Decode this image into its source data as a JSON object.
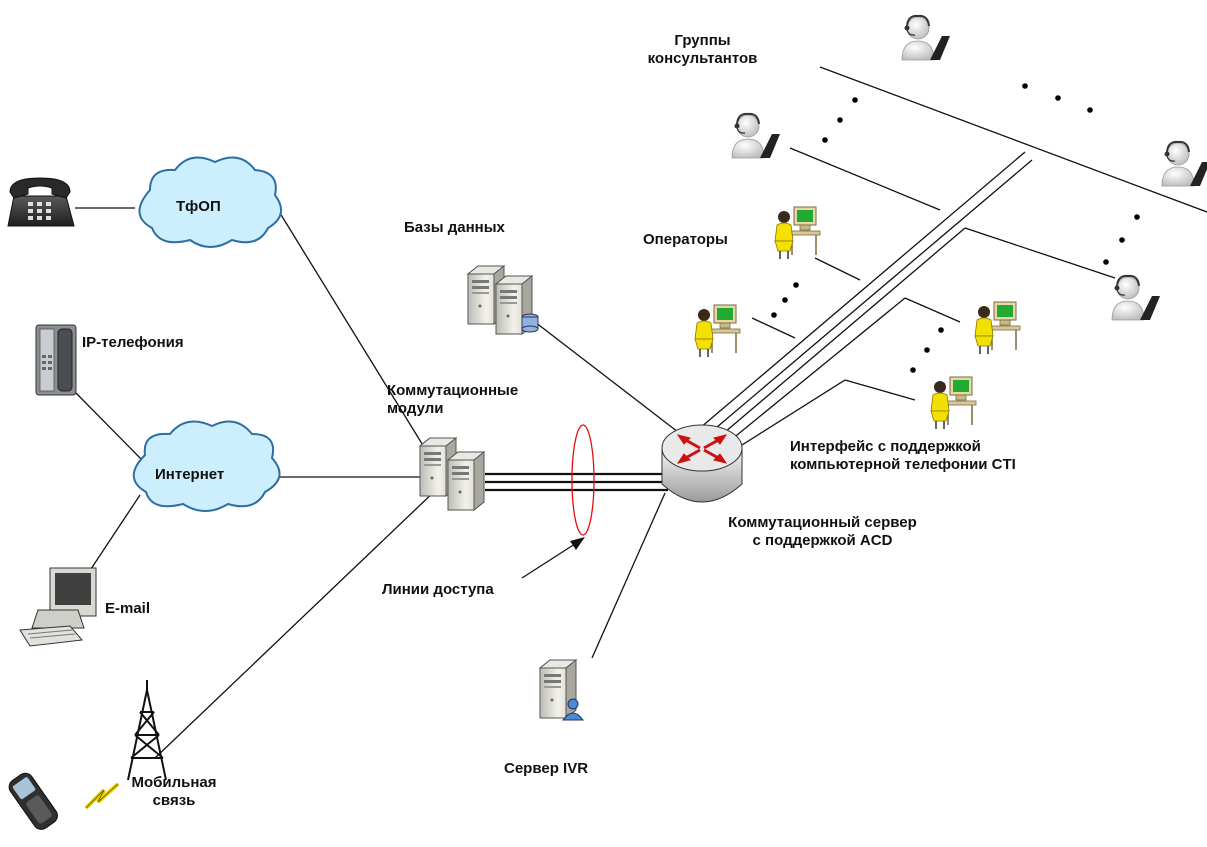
{
  "labels": {
    "pstn": "ТфОП",
    "internet": "Интернет",
    "ip_telephony": "IP-телефония",
    "email": "E-mail",
    "mobile_line1": "Мобильная",
    "mobile_line2": "связь",
    "databases": "Базы данных",
    "switch_modules_line1": "Коммутационные",
    "switch_modules_line2": "модули",
    "access_lines": "Линии доступа",
    "ivr_server": "Сервер IVR",
    "operators": "Операторы",
    "consultant_groups_line1": "Группы",
    "consultant_groups_line2": "консультантов",
    "cti_line1": "Интерфейс с поддержкой",
    "cti_line2": "компьютерной телефонии CTI",
    "acd_line1": "Коммутационный сервер",
    "acd_line2": "с поддержкой ACD"
  },
  "icons": [
    "telephone-icon",
    "ip-phone-icon",
    "computer-icon",
    "mobile-phone-icon",
    "radio-tower-icon",
    "cloud-icon",
    "server-icon",
    "database-server-icon",
    "router-icon",
    "ivr-server-icon",
    "operator-icon",
    "consultant-icon"
  ],
  "colors": {
    "cloud_fill": "#cdeefd",
    "cloud_stroke": "#2c6fa3",
    "router_arrow": "#cc1111",
    "access_ring": "#e01010",
    "line": "#111111"
  }
}
